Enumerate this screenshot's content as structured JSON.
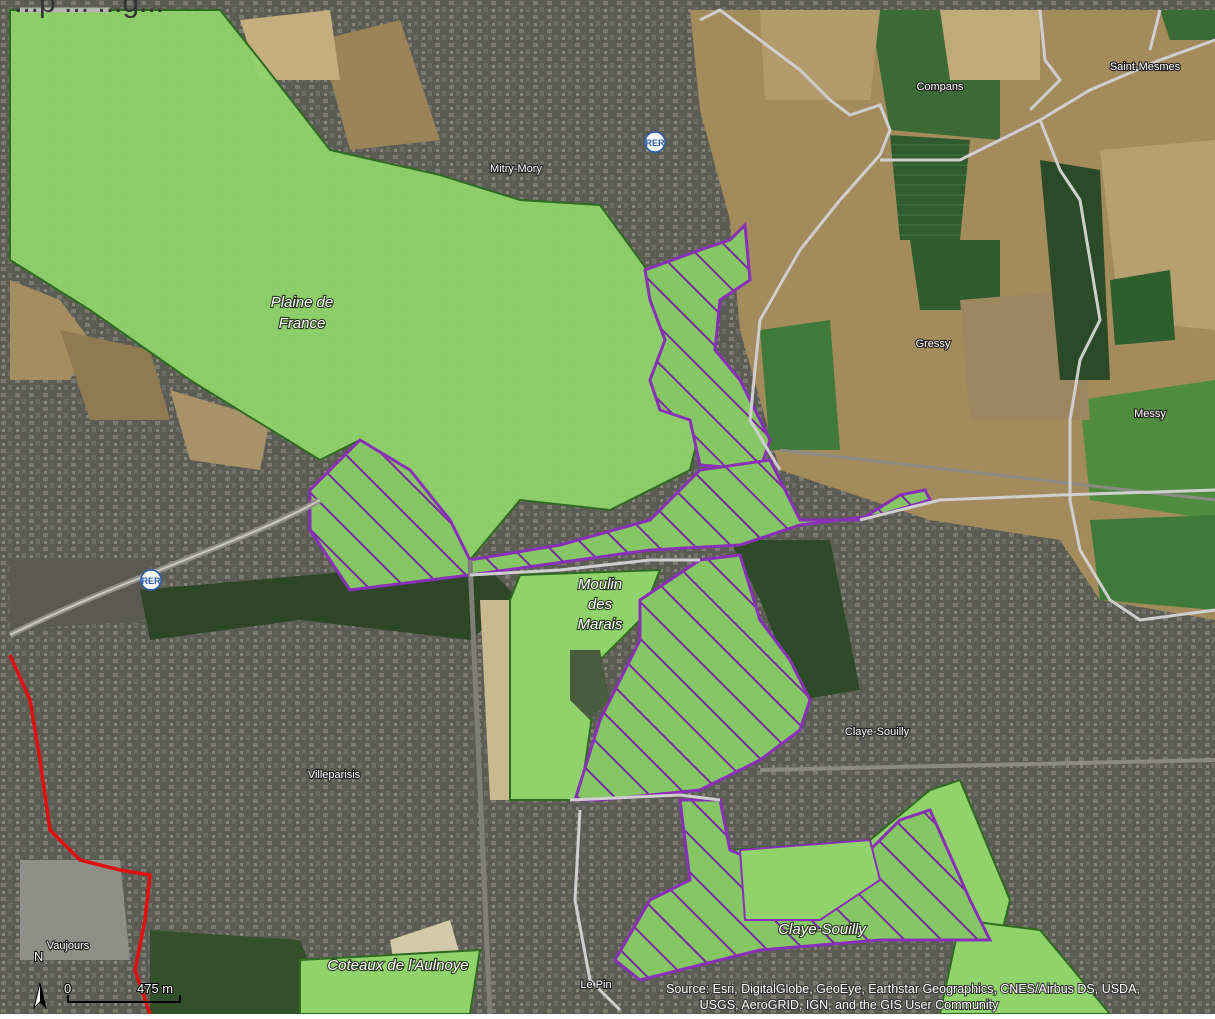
{
  "header": {
    "title_fragment": "...p ... ...g..."
  },
  "zones": {
    "plaine_de_france": {
      "line1": "Plaine de",
      "line2": "France"
    },
    "moulin_des_marais": {
      "line1": "Moulin",
      "line2": "des",
      "line3": "Marais"
    },
    "claye_souilly_zone": "Claye-Souilly",
    "coteaux_aulnoye": "Coteaux de l'Aulnoye"
  },
  "towns": {
    "mitry_mory": "Mitry-Mory",
    "compans": "Compans",
    "saint_mesmes": "Saint-Mesmes",
    "gressy": "Gressy",
    "messy": "Messy",
    "claye_souilly": "Claye-Souilly",
    "villeparisis": "Villeparisis",
    "vaujours": "Vaujours",
    "le_pin": "Le Pin"
  },
  "stations": {
    "rer_north": "RER",
    "rer_west": "RER"
  },
  "scale_bar": {
    "zero": "0",
    "distance": "475 m"
  },
  "north_arrow": {
    "label": "N"
  },
  "attribution": {
    "line1": "Source: Esri, DigitalGlobe, GeoEye, Earthstar Geographics, CNES/Airbus DS, USDA,",
    "line2": "USGS, AeroGRID, IGN, and the GIS User Community"
  },
  "colors": {
    "green_zone": "#8fd36a",
    "hatch_stroke": "#7a2aa0",
    "commune_border": "#c8c8c8",
    "dept_border": "#e01010",
    "urban": "#5c5e57",
    "field_dark": "#2f5b2f",
    "field_tan": "#a88f63"
  }
}
